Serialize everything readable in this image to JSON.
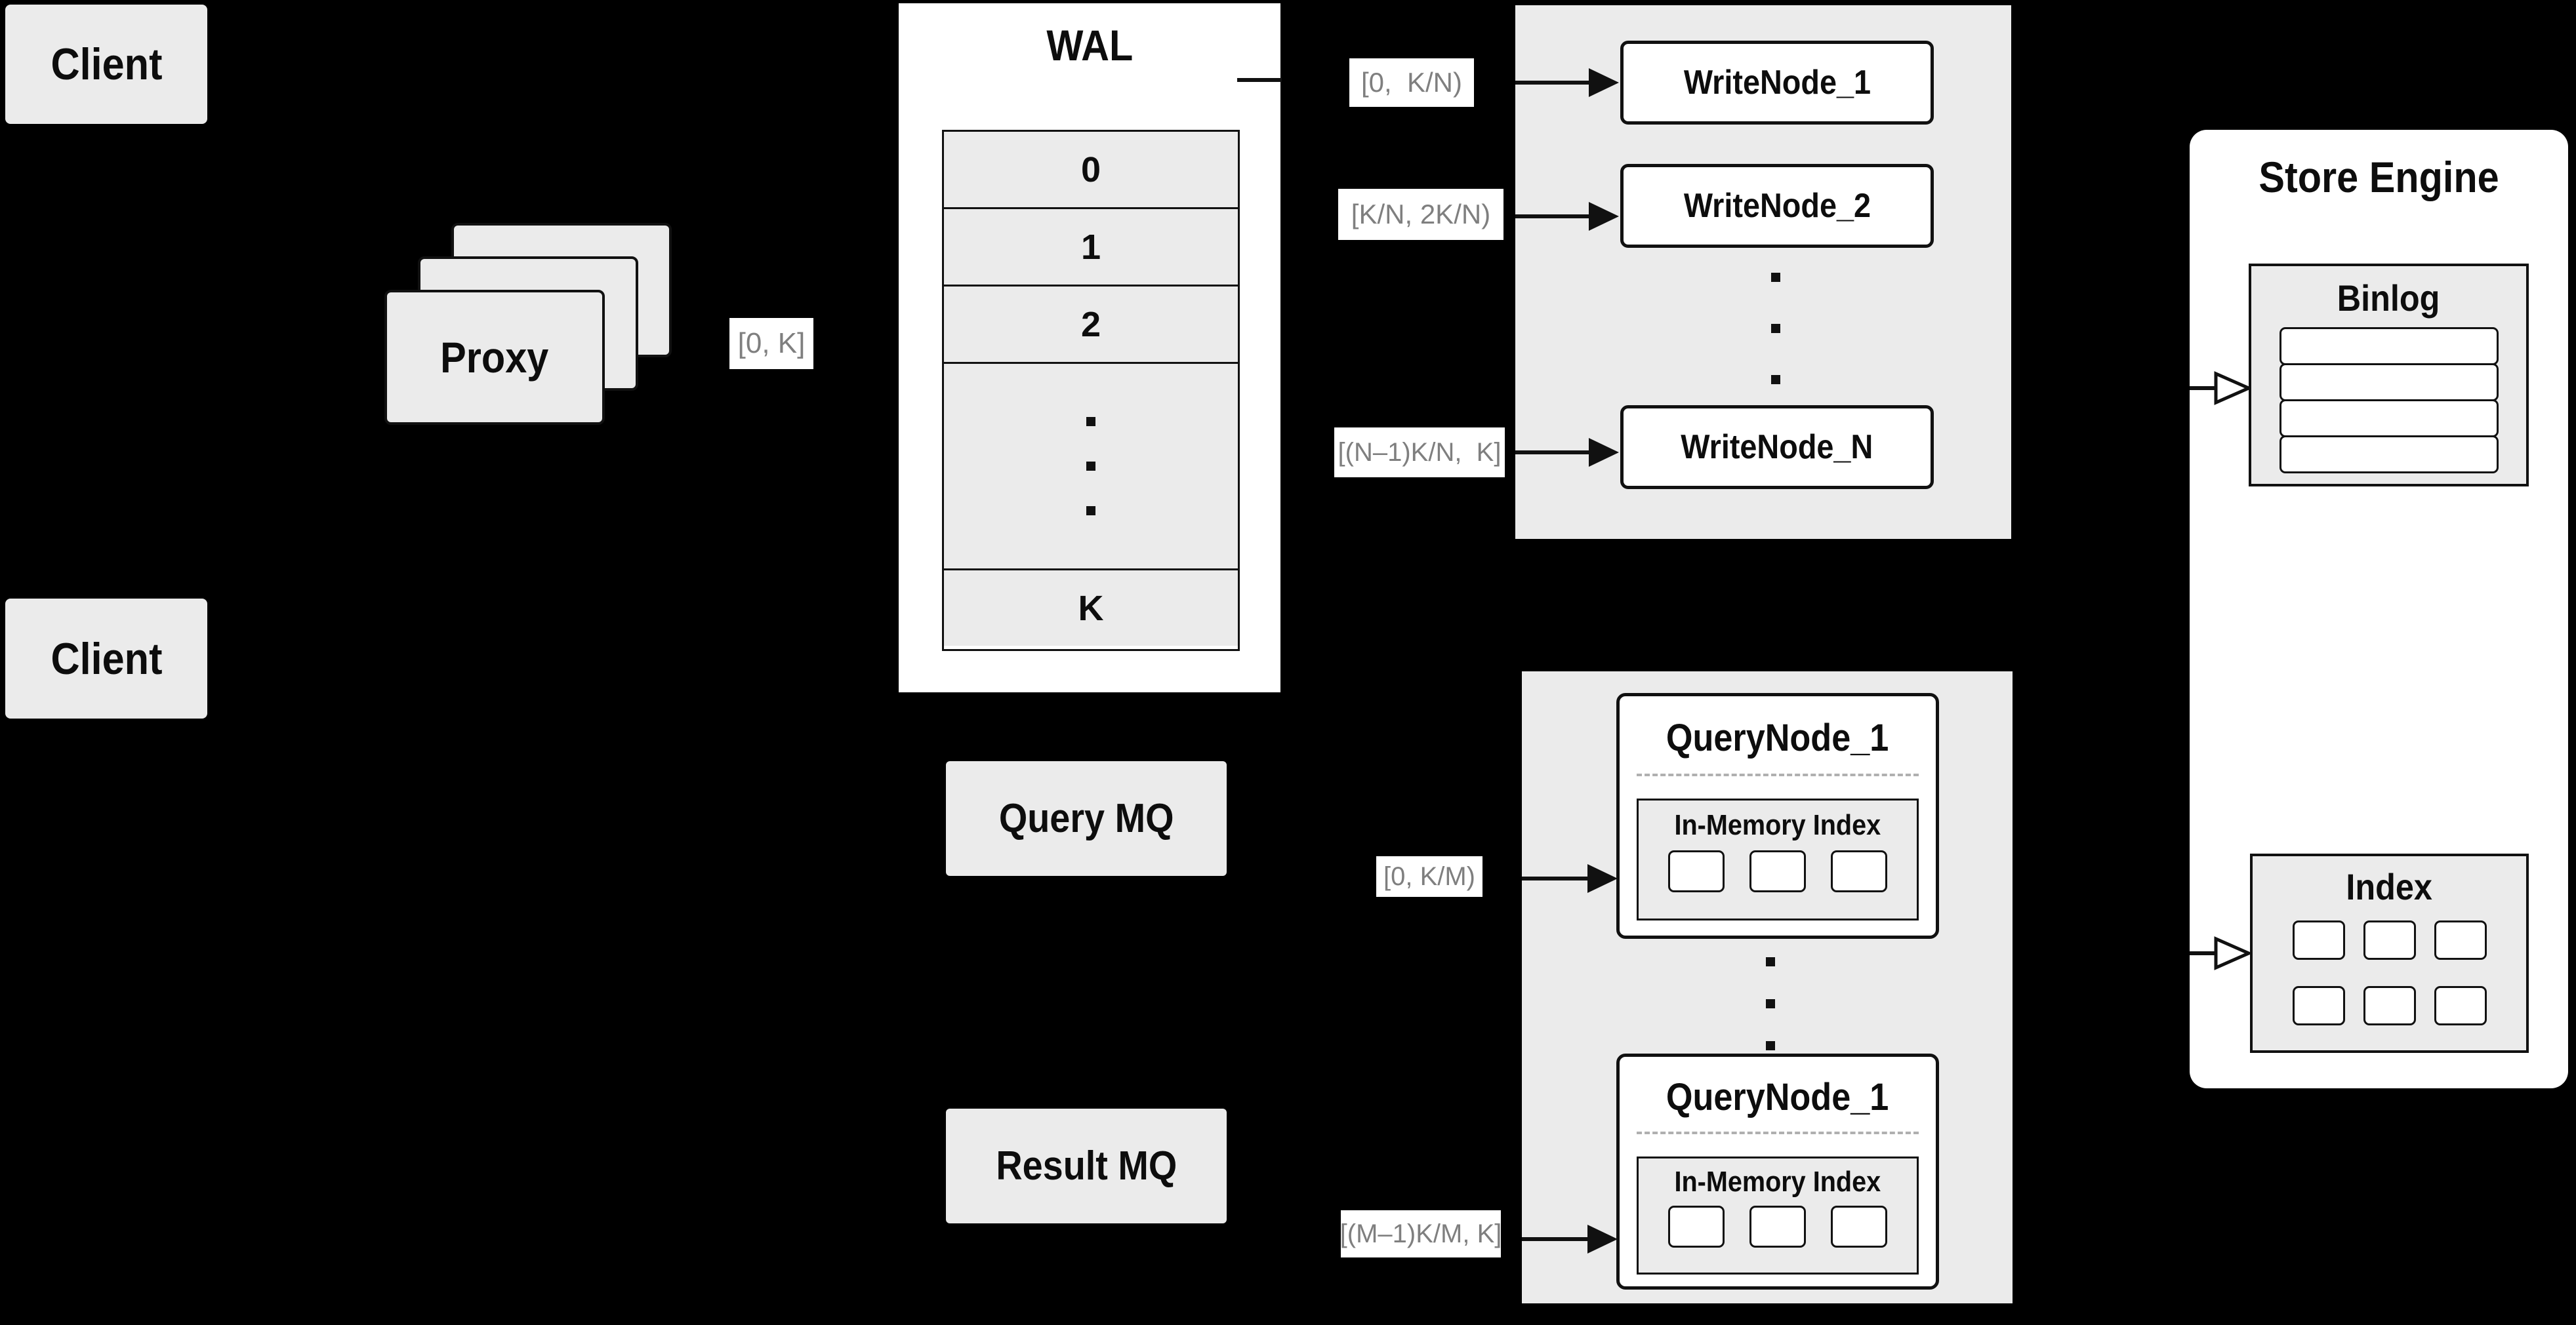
{
  "colors": {
    "background": "#000000",
    "box_fill": "#ebebeb",
    "panel_fill": "#ebebeb",
    "white": "#ffffff",
    "stroke": "#111111",
    "range_text": "#7f7f7f",
    "dashed_line": "#b0b0b0"
  },
  "clients": {
    "top": "Client",
    "bottom": "Client"
  },
  "proxy": {
    "label": "Proxy",
    "range": "[0, K]"
  },
  "wal": {
    "title": "WAL",
    "segments": [
      "0",
      "1",
      "2",
      "K"
    ]
  },
  "write_group": {
    "nodes": [
      "WriteNode_1",
      "WriteNode_2",
      "WriteNode_N"
    ],
    "ranges": [
      "[0,  K/N)",
      "[K/N, 2K/N)",
      "[(N–1)K/N,  K]"
    ]
  },
  "store_engine": {
    "title": "Store Engine",
    "binlog": {
      "title": "Binlog",
      "row_count": 4
    },
    "index": {
      "title": "Index",
      "cell_count": 6
    }
  },
  "mq": {
    "query_label": "Query MQ",
    "result_label": "Result MQ"
  },
  "query_group": {
    "nodes": [
      {
        "title": "QueryNode_1",
        "memory_label": "In-Memory Index"
      },
      {
        "title": "QueryNode_1",
        "memory_label": "In-Memory Index"
      }
    ],
    "ranges": [
      "[0, K/M)",
      "[(M–1)K/M, K]"
    ]
  }
}
